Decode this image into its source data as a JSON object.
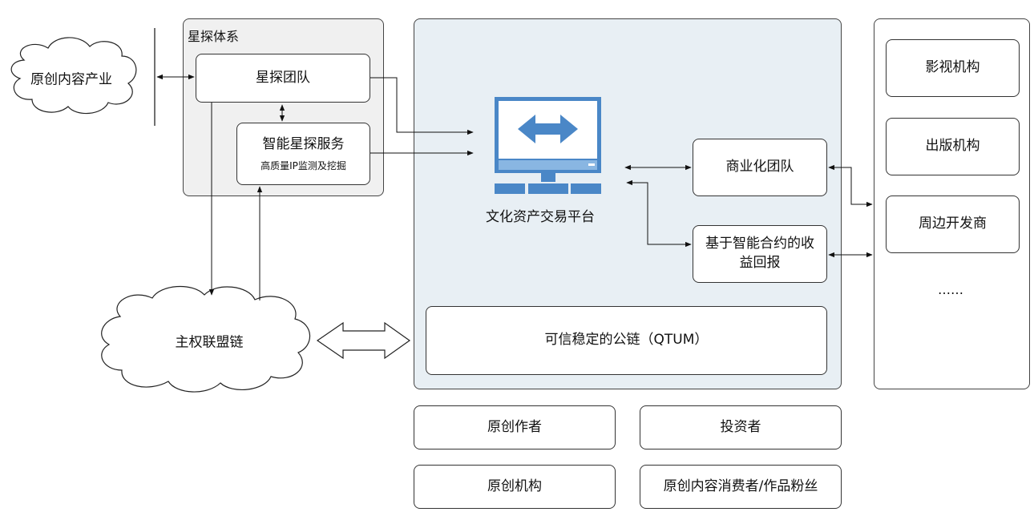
{
  "xingtan_system": {
    "title": "星探体系",
    "team": "星探团队",
    "service": "智能星探服务",
    "service_sub": "高质量IP监测及挖掘"
  },
  "clouds": {
    "industry": "原创内容产业",
    "alliance_chain": "主权联盟链"
  },
  "platform": {
    "name": "文化资产交易平台",
    "commercial_team": "商业化团队",
    "smart_contract": "基于智能合约的收益回报",
    "public_chain": "可信稳定的公链（QTUM）"
  },
  "partners": {
    "items": [
      "影视机构",
      "出版机构",
      "周边开发商",
      "……"
    ]
  },
  "participants": {
    "items": [
      "原创作者",
      "投资者",
      "原创机构",
      "原创内容消费者/作品粉丝"
    ]
  },
  "colors": {
    "platform_bg": "#e8eff4",
    "system_bg": "#f0f0f0",
    "monitor_blue": "#4a87c7",
    "monitor_light": "#89b6e2"
  }
}
